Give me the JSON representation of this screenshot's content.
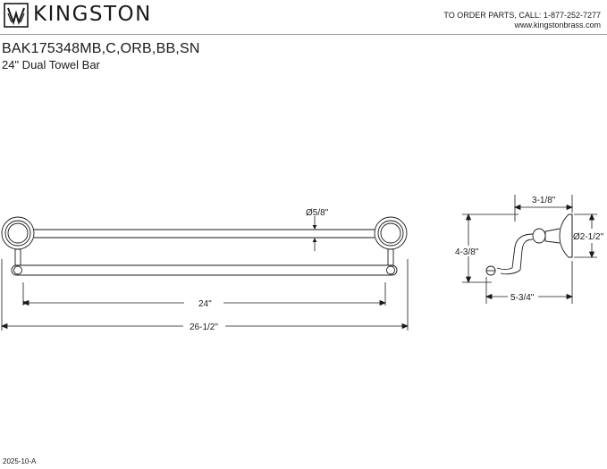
{
  "header": {
    "brand": "KINGSTON",
    "order_line": "TO ORDER PARTS, CALL: 1-877-252-7277",
    "website": "www.kingstonbrass.com"
  },
  "product": {
    "model": "BAK175348MB,C,ORB,BB,SN",
    "description": "24\" Dual Towel Bar"
  },
  "dimensions": {
    "bar_diameter": "Ø5/8\"",
    "bar_length": "24\"",
    "overall_length": "26-1/2\"",
    "projection_top": "3-1/8\"",
    "height": "4-3/8\"",
    "flange_diameter": "Ø2-1/2\"",
    "projection_bottom": "5-3/4\""
  },
  "footer": {
    "revision": "2025-10-A"
  },
  "icons": {
    "logo": "kingston-logo-icon"
  }
}
